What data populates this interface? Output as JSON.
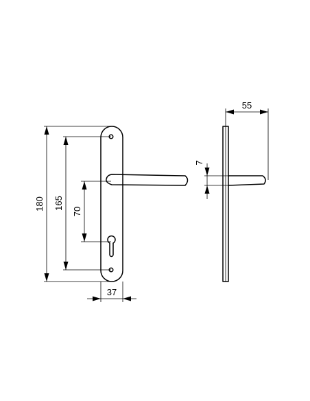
{
  "dimensions": {
    "overall_height": "180",
    "screw_spacing": "165",
    "handle_to_keyhole": "70",
    "plate_width": "37",
    "handle_projection": "55",
    "plate_thickness": "7"
  }
}
